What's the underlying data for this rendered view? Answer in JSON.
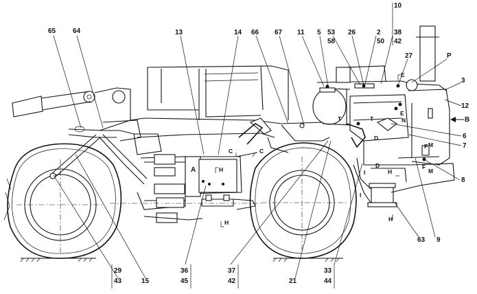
{
  "callouts": [
    {
      "id": "c65",
      "text": "65"
    },
    {
      "id": "c64",
      "text": "64"
    },
    {
      "id": "c13",
      "text": "13"
    },
    {
      "id": "c14",
      "text": "14"
    },
    {
      "id": "c66",
      "text": "66"
    },
    {
      "id": "c67",
      "text": "67"
    },
    {
      "id": "c11",
      "text": "11"
    },
    {
      "id": "c5",
      "text": "5"
    },
    {
      "id": "c53",
      "text": "53"
    },
    {
      "id": "c58",
      "text": "58"
    },
    {
      "id": "c26",
      "text": "26"
    },
    {
      "id": "c2",
      "text": "2"
    },
    {
      "id": "c50",
      "text": "50"
    },
    {
      "id": "c10",
      "text": "10"
    },
    {
      "id": "c38",
      "text": "38"
    },
    {
      "id": "c42a",
      "text": "42"
    },
    {
      "id": "c27",
      "text": "27"
    },
    {
      "id": "cP",
      "text": "P"
    },
    {
      "id": "c3",
      "text": "3"
    },
    {
      "id": "c12",
      "text": "12"
    },
    {
      "id": "cB",
      "text": "B"
    },
    {
      "id": "c6",
      "text": "6"
    },
    {
      "id": "c7",
      "text": "7"
    },
    {
      "id": "c8",
      "text": "8"
    },
    {
      "id": "c9",
      "text": "9"
    },
    {
      "id": "c63",
      "text": "63"
    },
    {
      "id": "c29",
      "text": "29"
    },
    {
      "id": "c43",
      "text": "43"
    },
    {
      "id": "c15",
      "text": "15"
    },
    {
      "id": "c36",
      "text": "36"
    },
    {
      "id": "c45",
      "text": "45"
    },
    {
      "id": "c37",
      "text": "37"
    },
    {
      "id": "c42b",
      "text": "42"
    },
    {
      "id": "c21",
      "text": "21"
    },
    {
      "id": "c33",
      "text": "33"
    },
    {
      "id": "c44",
      "text": "44"
    }
  ],
  "section_marks": {
    "A": "A",
    "H": "H",
    "C": "C",
    "T": "T",
    "D": "D",
    "E": "E",
    "N": "N",
    "M": "M",
    "I": "I",
    "F": "F"
  },
  "colors": {
    "ink": "#111111",
    "paper": "#ffffff"
  }
}
